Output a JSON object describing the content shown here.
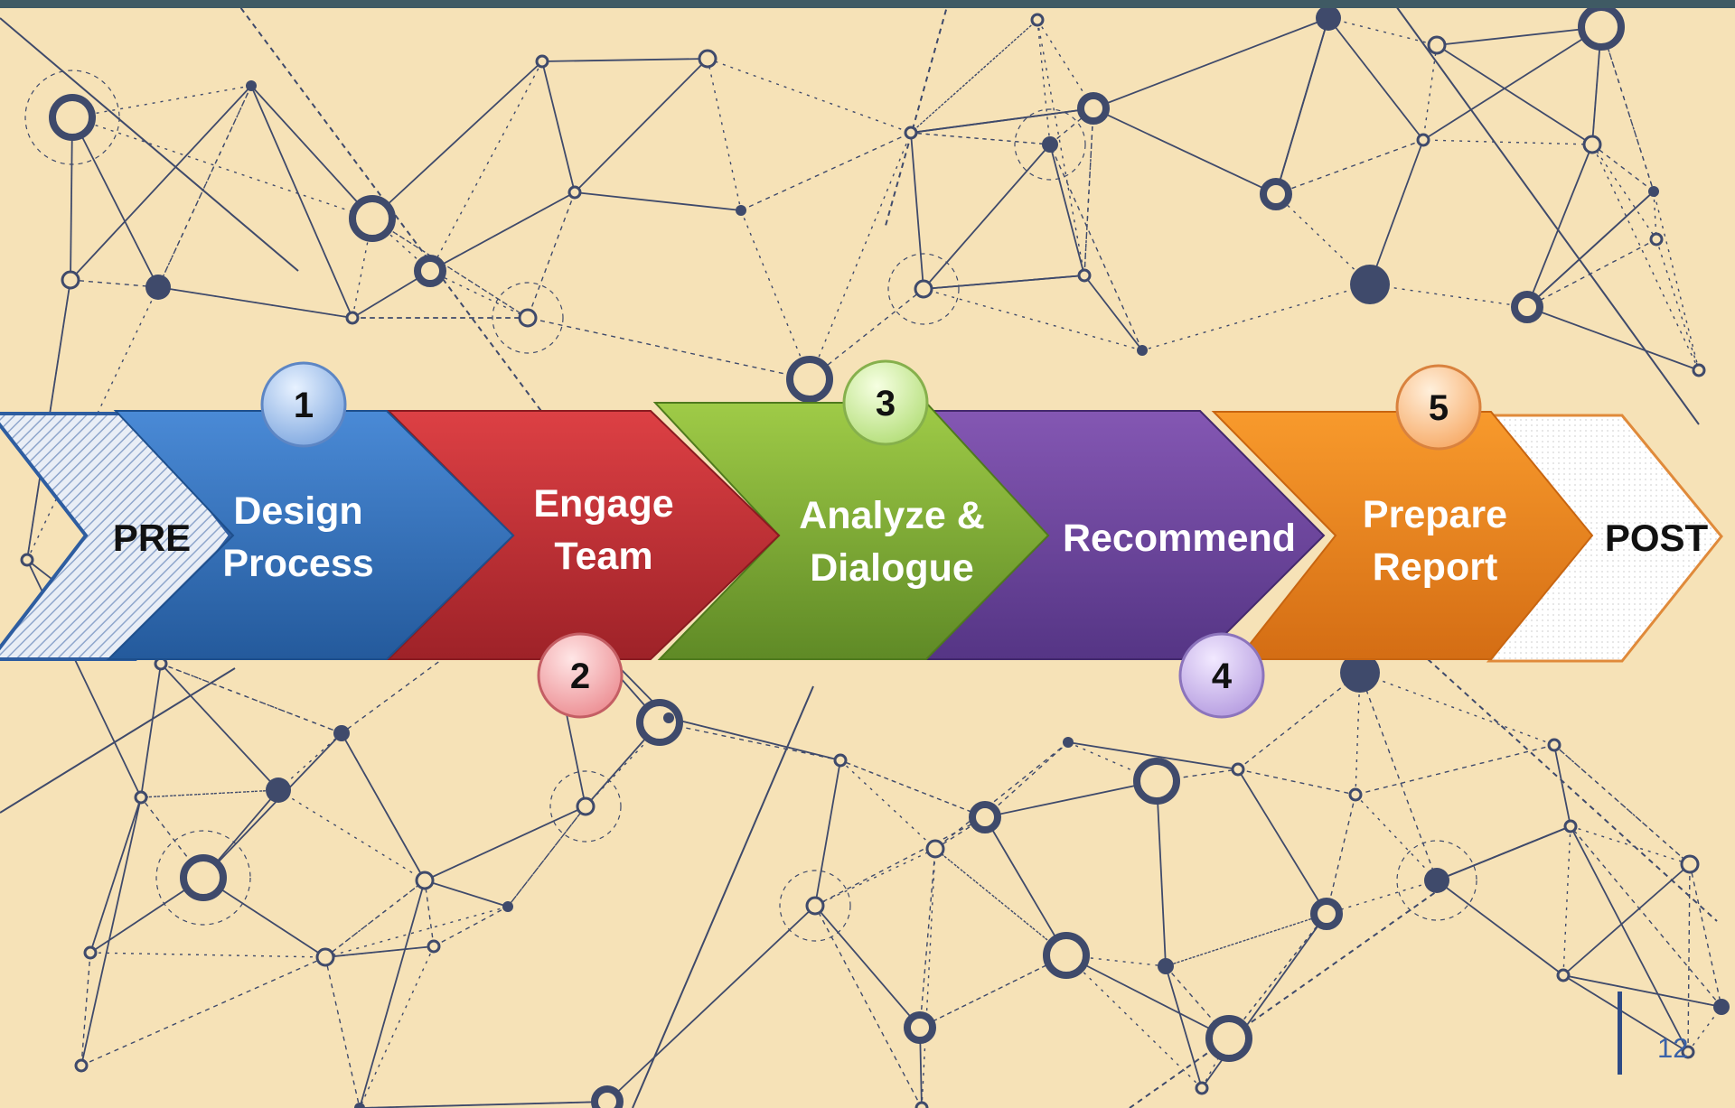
{
  "process": {
    "pre": "PRE",
    "post": "POST",
    "steps": [
      {
        "number": "1",
        "line1": "Design",
        "line2": "Process",
        "color": "#3572bf"
      },
      {
        "number": "2",
        "line1": "Engage",
        "line2": "Team",
        "color": "#c8353a"
      },
      {
        "number": "3",
        "line1": "Analyze &",
        "line2": "Dialogue",
        "color": "#86b43a"
      },
      {
        "number": "4",
        "line1": "Recommend",
        "line2": "",
        "color": "#6f4a9e"
      },
      {
        "number": "5",
        "line1": "Prepare",
        "line2": "Report",
        "color": "#ee8a22"
      }
    ]
  },
  "footer": {
    "page_number": "12"
  },
  "colors": {
    "background": "#f6e2b7",
    "network": "#3f4a6b",
    "top_bar": "#3f5a64"
  }
}
